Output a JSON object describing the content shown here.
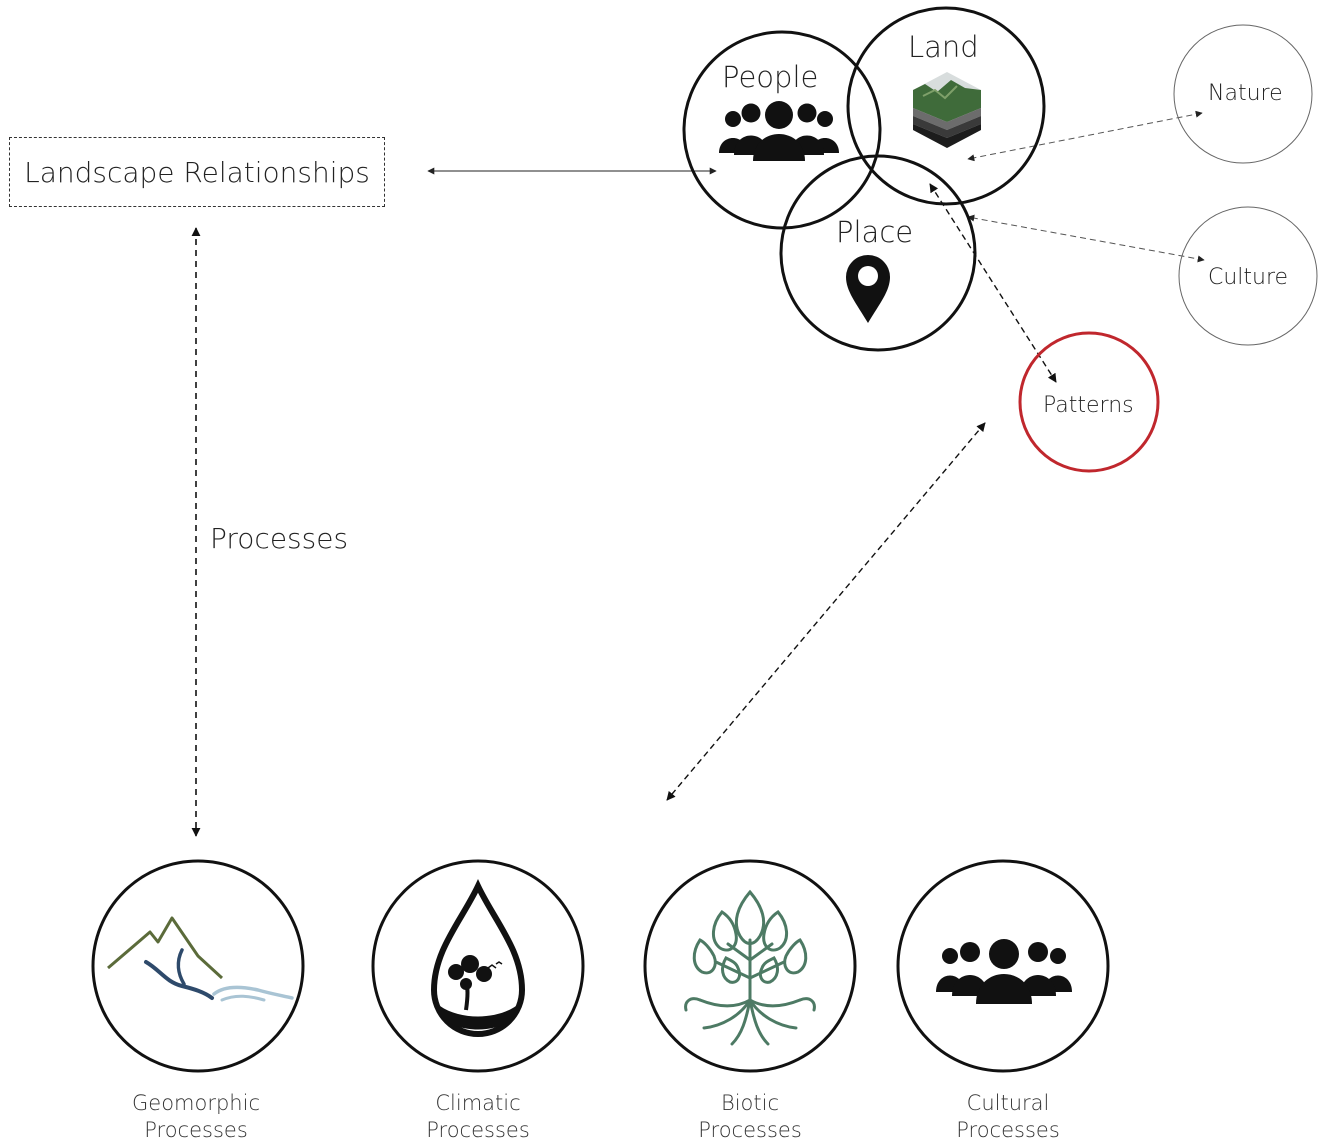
{
  "landscape_box": {
    "label": "Landscape Relationships"
  },
  "processes_label": "Processes",
  "venn": {
    "people": {
      "label": "People",
      "icon": "people-group-icon"
    },
    "land": {
      "label": "Land",
      "icon": "terrain-layers-icon"
    },
    "place": {
      "label": "Place",
      "icon": "location-pin-icon"
    }
  },
  "satellites": {
    "nature": {
      "label": "Nature"
    },
    "culture": {
      "label": "Culture"
    },
    "patterns": {
      "label": "Patterns",
      "accent": "#c0272d"
    }
  },
  "process_circles": [
    {
      "line1": "Geomorphic",
      "line2": "Processes",
      "icon": "mountain-river-icon"
    },
    {
      "line1": "Climatic",
      "line2": "Processes",
      "icon": "water-drop-tree-icon"
    },
    {
      "line1": "Biotic",
      "line2": "Processes",
      "icon": "tree-roots-icon"
    },
    {
      "line1": "Cultural",
      "line2": "Processes",
      "icon": "people-group-icon"
    }
  ],
  "colors": {
    "line": "#111111",
    "patterns_ring": "#c0272d",
    "thin_ring": "#555555",
    "biotic_green": "#4d7a64",
    "mountain_green": "#5b6b3a",
    "river_blue": "#2e4a6b",
    "water_light": "#a9c4d4"
  }
}
